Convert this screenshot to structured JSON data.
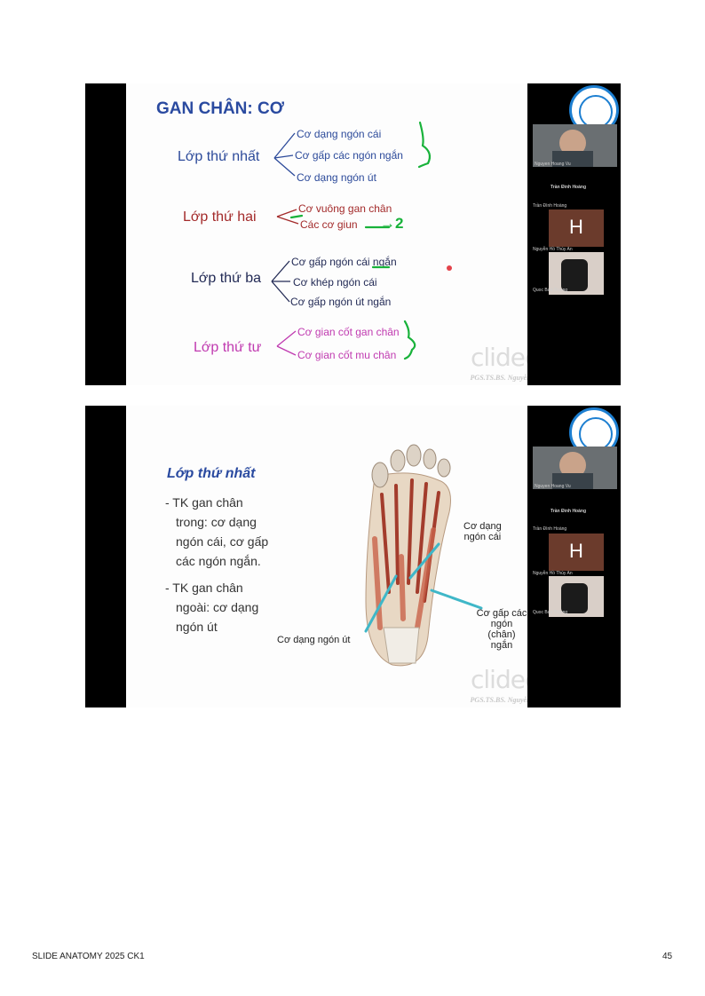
{
  "slide1": {
    "title": "GAN CHÂN: CƠ",
    "layers": [
      {
        "name": "Lớp thứ nhất",
        "items": [
          "Cơ dạng ngón cái",
          "Cơ gấp các ngón ngắn",
          "Cơ dạng ngón út"
        ]
      },
      {
        "name": "Lớp thứ hai",
        "items": [
          "Cơ vuông gan chân",
          "Các cơ giun"
        ],
        "annotation": "→2"
      },
      {
        "name": "Lớp thứ ba",
        "items": [
          "Cơ gấp ngón cái ngắn",
          "Cơ khép ngón cái",
          "Cơ gấp ngón út ngắn"
        ]
      },
      {
        "name": "Lớp thứ tư",
        "items": [
          "Cơ gian cốt gan chân",
          "Cơ gian cốt mu chân"
        ]
      }
    ],
    "watermark": "clideo.com",
    "author": "PGS.TS.BS. Nguyễn Hoàng Vũ"
  },
  "slide2": {
    "title": "Lớp thứ nhất",
    "bullets": [
      {
        "lines": [
          "- TK gan chân",
          "trong: cơ dạng",
          "ngón cái, cơ gấp",
          "các ngón ngắn."
        ]
      },
      {
        "lines": [
          "- TK gan chân",
          "ngoài: cơ dạng",
          "ngón út"
        ]
      }
    ],
    "labels": {
      "abductor_hallucis": [
        "Cơ dạng",
        "ngón cái"
      ],
      "flexor_digitorum_brevis": [
        "Cơ gấp các",
        "ngón (chân) ngắn"
      ],
      "abductor_digiti_minimi": "Cơ dạng ngón út"
    },
    "watermark": "clideo.com",
    "author": "PGS.TS.BS. Nguyễn Hoàng Vũ"
  },
  "sidebar": {
    "participant_1": "Nguyen Hoang Vu",
    "host": "Trần Đình Hoàng",
    "host_short": "Trần Đình Hoàng",
    "avatar_letter": "H",
    "participant_3": "Nguyễn Hồ Thùy An",
    "participant_4": "Quoc Bao Truong"
  },
  "colors": {
    "title_blue": "#2a4aa0",
    "layer1": "#2c4a9a",
    "layer2": "#a32a2a",
    "layer3": "#222a55",
    "layer4": "#c03ab0",
    "green_annotation": "#18b23a",
    "arrow_teal": "#3fb7c8"
  },
  "footer": {
    "left": "SLIDE ANATOMY 2025 CK1",
    "right": "45"
  }
}
